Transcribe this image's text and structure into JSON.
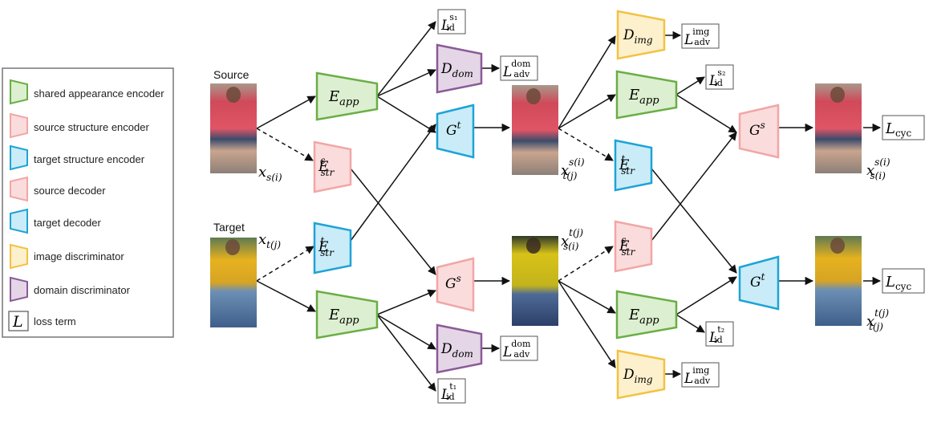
{
  "colors": {
    "shared_encoder_fill": "#dcefd0",
    "shared_encoder_stroke": "#6aae45",
    "source_fill": "#fbdcdc",
    "source_stroke": "#f2a6a6",
    "target_fill": "#c9ecf8",
    "target_stroke": "#1ea3d6",
    "image_disc_fill": "#fdf0cc",
    "image_disc_stroke": "#f2c243",
    "domain_disc_fill": "#e4d6e6",
    "domain_disc_stroke": "#8a5a97"
  },
  "legend": [
    {
      "key": "shared",
      "label": "shared appearance encoder"
    },
    {
      "key": "src_enc",
      "label": "source structure encoder"
    },
    {
      "key": "tgt_enc",
      "label": "target structure encoder"
    },
    {
      "key": "src_dec",
      "label": "source decoder"
    },
    {
      "key": "tgt_dec",
      "label": "target decoder"
    },
    {
      "key": "img_disc",
      "label": "image discriminator"
    },
    {
      "key": "dom_disc",
      "label": "domain discriminator"
    },
    {
      "key": "loss",
      "label": "loss term",
      "symbol": "L"
    }
  ],
  "inputs": {
    "source_caption": "Source",
    "target_caption": "Target"
  },
  "symbols": {
    "E": "E",
    "G": "G",
    "D": "D",
    "L": "L",
    "x": "x",
    "app": "app",
    "str": "str",
    "dom": "dom",
    "img": "img",
    "s": "s",
    "t": "t",
    "adv": "adv",
    "id": "id",
    "cyc": "cyc",
    "sub_s1": "s₁",
    "sub_s2": "s₂",
    "sub_t1": "t₁",
    "sub_t2": "t₂",
    "sub_si": "s(i)",
    "sub_tj": "t(j)"
  }
}
